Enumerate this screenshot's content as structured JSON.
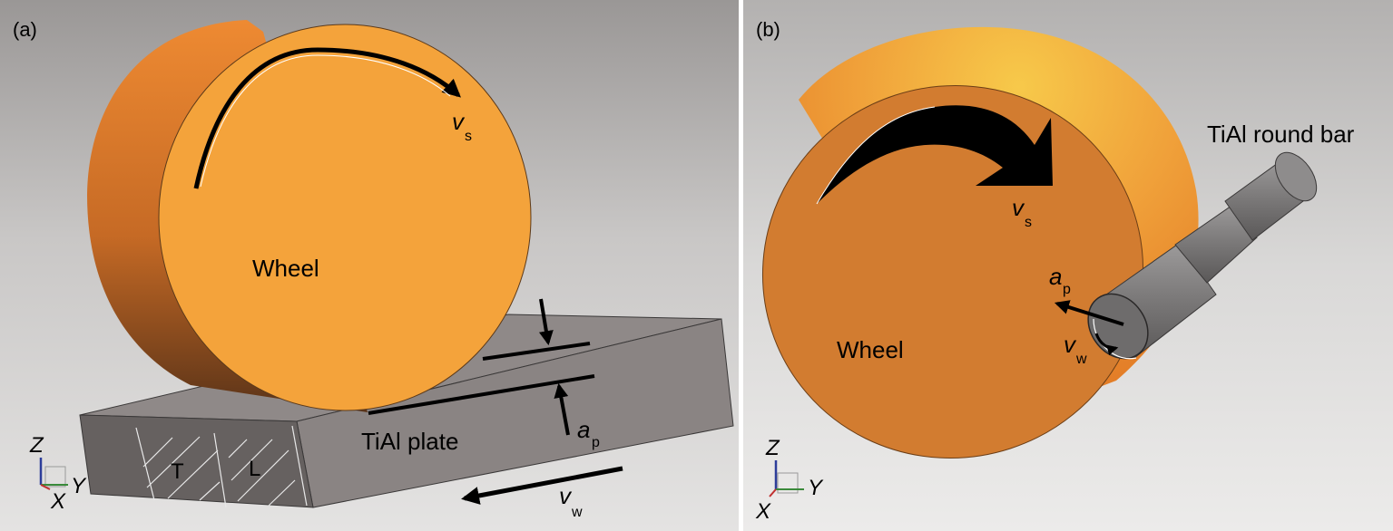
{
  "panels": [
    {
      "tag": "(a)",
      "wheel_label": "Wheel",
      "workpiece_label": "TiAl plate",
      "face_labels": [
        "T",
        "L"
      ],
      "vs": {
        "main": "v",
        "sub": "s"
      },
      "ap": {
        "main": "a",
        "sub": "p"
      },
      "vw": {
        "main": "v",
        "sub": "w"
      },
      "axes": {
        "z": "Z",
        "x": "X",
        "y": "Y"
      }
    },
    {
      "tag": "(b)",
      "wheel_label": "Wheel",
      "workpiece_label": "TiAl round bar",
      "vs": {
        "main": "v",
        "sub": "s"
      },
      "ap": {
        "main": "a",
        "sub": "p"
      },
      "vw": {
        "main": "v",
        "sub": "w"
      },
      "axes": {
        "z": "Z",
        "x": "X",
        "y": "Y"
      }
    }
  ],
  "colors": {
    "wheel_face_a": "#f4a33b",
    "wheel_face_b": "#d27c30",
    "wheel_rim": "#c96a22",
    "plate_top": "#8f8988",
    "plate_side": "#6b6665",
    "divider": "#ffffff"
  }
}
